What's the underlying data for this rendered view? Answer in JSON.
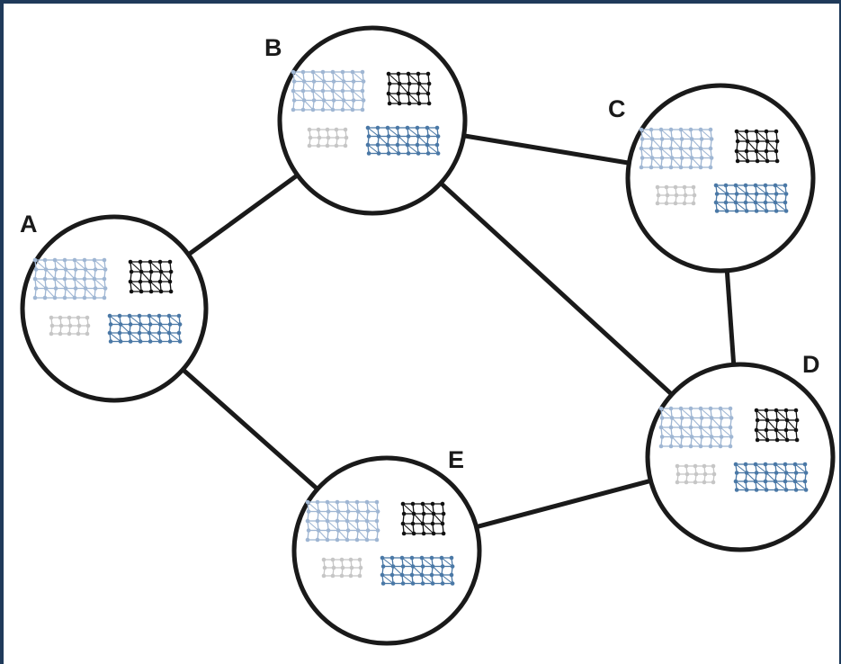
{
  "nodes": [
    {
      "id": "A",
      "label": "A"
    },
    {
      "id": "B",
      "label": "B"
    },
    {
      "id": "C",
      "label": "C"
    },
    {
      "id": "D",
      "label": "D"
    },
    {
      "id": "E",
      "label": "E"
    }
  ],
  "edges": [
    [
      "A",
      "B"
    ],
    [
      "B",
      "C"
    ],
    [
      "B",
      "D"
    ],
    [
      "C",
      "D"
    ],
    [
      "A",
      "E"
    ],
    [
      "E",
      "D"
    ]
  ],
  "colors": {
    "frame": "#1f3a5a",
    "edge": "#1a1a1a",
    "light_blue": "#9fb6d3",
    "dark_blue": "#4a78a6",
    "gray": "#c6c6c6",
    "black": "#111111"
  }
}
